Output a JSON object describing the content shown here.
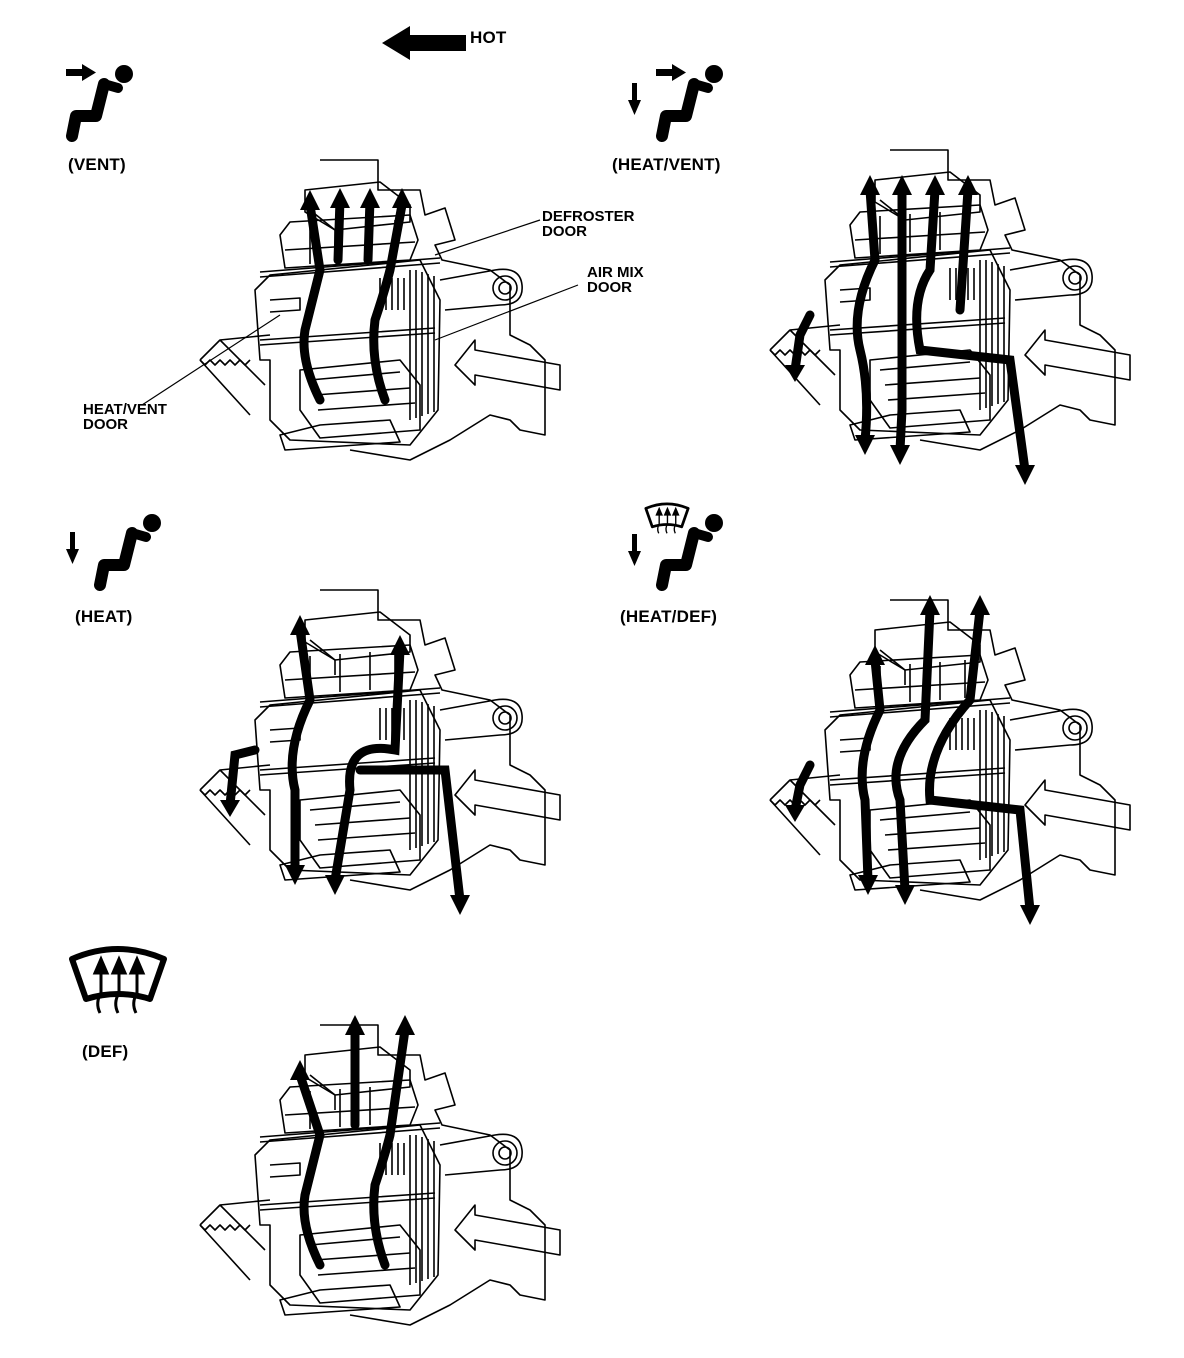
{
  "legend": {
    "hot_label": "HOT"
  },
  "modes": [
    {
      "id": "vent",
      "label": "(VENT)",
      "icons": [
        "arrow-right-icon",
        "seated-person-icon"
      ]
    },
    {
      "id": "heat-vent",
      "label": "(HEAT/VENT)",
      "icons": [
        "arrow-down-icon",
        "arrow-right-icon",
        "seated-person-icon"
      ]
    },
    {
      "id": "heat",
      "label": "(HEAT)",
      "icons": [
        "arrow-down-icon",
        "seated-person-icon"
      ]
    },
    {
      "id": "heat-def",
      "label": "(HEAT/DEF)",
      "icons": [
        "arrow-down-icon",
        "windshield-icon",
        "seated-person-icon"
      ]
    },
    {
      "id": "def",
      "label": "(DEF)",
      "icons": [
        "windshield-icon"
      ]
    }
  ],
  "callouts": {
    "defroster_door": [
      "DEFROSTER",
      "DOOR"
    ],
    "air_mix_door": [
      "AIR MIX",
      "DOOR"
    ],
    "heat_vent_door": [
      "HEAT/VENT",
      "DOOR"
    ]
  },
  "colors": {
    "ink": "#000000",
    "paper": "#ffffff"
  }
}
